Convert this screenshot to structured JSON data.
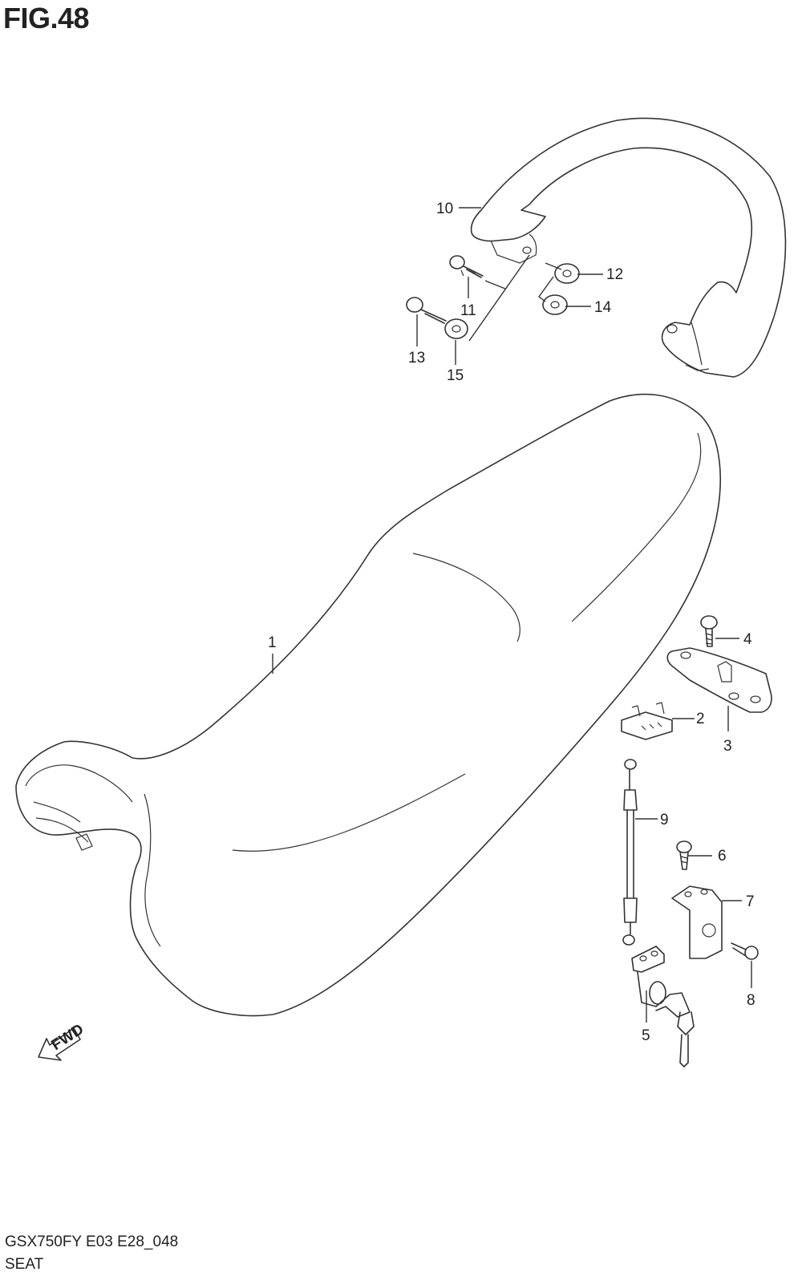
{
  "figure": {
    "title": "FIG.48",
    "model_code": "GSX750FY E03 E28_048",
    "section_name": "SEAT",
    "fwd_label": "FWD"
  },
  "callouts": [
    "1",
    "2",
    "3",
    "4",
    "5",
    "6",
    "7",
    "8",
    "9",
    "10",
    "11",
    "12",
    "13",
    "14",
    "15"
  ]
}
